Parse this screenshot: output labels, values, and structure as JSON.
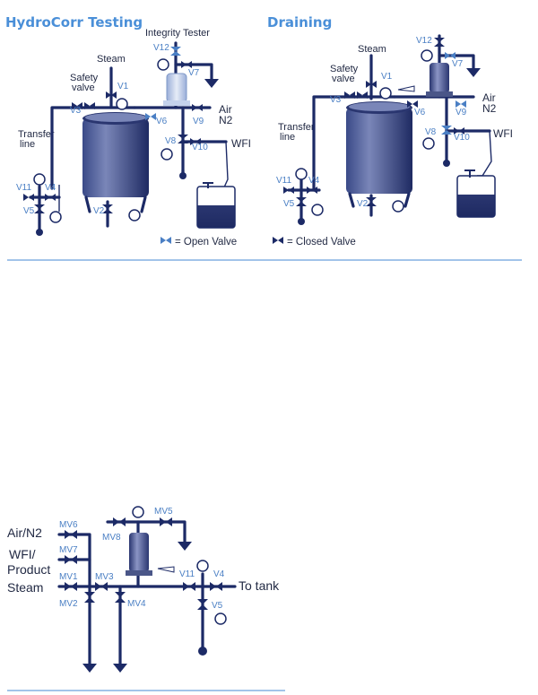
{
  "panel_top_left": {
    "title": "HydroCorr Testing",
    "labels": {
      "steam": "Steam",
      "integrity_tester": "Integrity Tester",
      "safety_valve_1": "Safety",
      "safety_valve_2": "valve",
      "transfer_line_1": "Transfer",
      "transfer_line_2": "line",
      "air": "Air",
      "n2": "N2",
      "wfi": "WFI"
    },
    "valves": {
      "v1": "V1",
      "v2": "V2",
      "v3": "V3",
      "v4": "V4",
      "v5": "V5",
      "v6": "V6",
      "v7": "V7",
      "v8": "V8",
      "v9": "V9",
      "v10": "V10",
      "v11": "V11",
      "v12": "V12"
    }
  },
  "panel_top_right": {
    "title": "Draining",
    "labels": {
      "steam": "Steam",
      "safety_valve_1": "Safety",
      "safety_valve_2": "valve",
      "transfer_line_1": "Transfer",
      "transfer_line_2": "line",
      "air": "Air",
      "n2": "N2",
      "wfi": "WFI"
    },
    "valves": {
      "v1": "V1",
      "v2": "V2",
      "v3": "V3",
      "v4": "V4",
      "v5": "V5",
      "v6": "V6",
      "v7": "V7",
      "v8": "V8",
      "v9": "V9",
      "v10": "V10",
      "v11": "V11",
      "v12": "V12"
    }
  },
  "legend": {
    "open_valve": "= Open Valve",
    "closed_valve": "= Closed Valve"
  },
  "panel_bottom": {
    "labels": {
      "air_n2": "Air/N2",
      "wfi_product_1": "WFI/",
      "wfi_product_2": "Product",
      "steam": "Steam",
      "to_tank": "To tank"
    },
    "valves": {
      "mv1": "MV1",
      "mv2": "MV2",
      "mv3": "MV3",
      "mv4": "MV4",
      "mv5": "MV5",
      "mv6": "MV6",
      "mv7": "MV7",
      "mv8": "MV8",
      "v11": "V11",
      "v4": "V4",
      "v5": "V5"
    }
  },
  "colors": {
    "pipe": "#1c2a66",
    "open_valve": "#4a7fc4",
    "closed_valve": "#1c2a66",
    "title": "#4a8fd8",
    "divider": "#6aa0dc"
  }
}
